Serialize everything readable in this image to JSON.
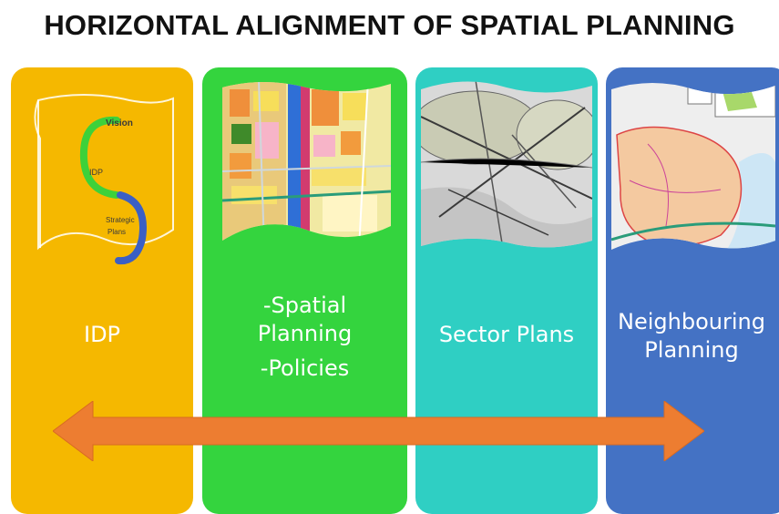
{
  "title": "HORIZONTAL ALIGNMENT OF SPATIAL PLANNING",
  "colors": {
    "idp": "#f5b800",
    "spatial": "#34d43e",
    "sector": "#2fcfc3",
    "neighbouring": "#4472c4",
    "arrow": "#ed7d31"
  },
  "columns": [
    {
      "label_lines": [
        "IDP"
      ]
    },
    {
      "label_lines": [
        "-Spatial",
        "Planning",
        "-Policies"
      ]
    },
    {
      "label_lines": [
        "Sector Plans"
      ]
    },
    {
      "label_lines": [
        "Neighbouring",
        "Planning"
      ]
    }
  ],
  "idp_graphic": {
    "vision": "Vision",
    "idp": "IDP",
    "strategic": "Strategic",
    "plans": "Plans"
  },
  "arrow_icon": "double-headed-arrow"
}
